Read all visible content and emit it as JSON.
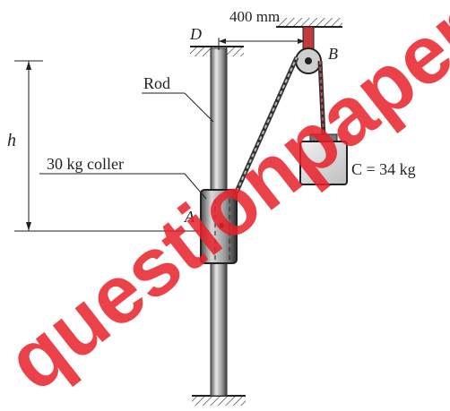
{
  "labels": {
    "dimension": "400 mm",
    "point_d": "D",
    "point_b": "B",
    "rod": "Rod",
    "height": "h",
    "collar": "30 kg coller",
    "point_a": "A",
    "block": "C = 34 kg"
  },
  "watermark": "questionpaper",
  "colors": {
    "line": "#222222",
    "rod_shade": "#9a9a9a",
    "watermark": "#e8202a"
  }
}
